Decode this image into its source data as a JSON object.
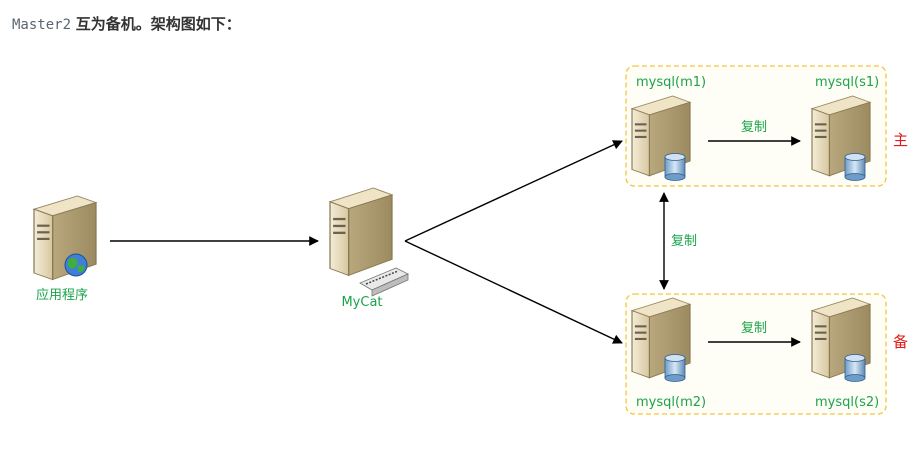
{
  "intro": {
    "code": "Master2",
    "text": "互为备机。架构图如下："
  },
  "nodes": {
    "app": "应用程序",
    "mycat": "MyCat",
    "m1": "mysql(m1)",
    "s1": "mysql(s1)",
    "m2": "mysql(m2)",
    "s2": "mysql(s2)"
  },
  "edges": {
    "m1_s1": "复制",
    "m1_m2": "复制",
    "m2_s2": "复制"
  },
  "groups": {
    "primary": "主",
    "backup": "备"
  },
  "colors": {
    "label": "#1aa34a",
    "group_label": "#e01b1b",
    "group_border": "#f5c542",
    "server": "#e8dcc0"
  }
}
